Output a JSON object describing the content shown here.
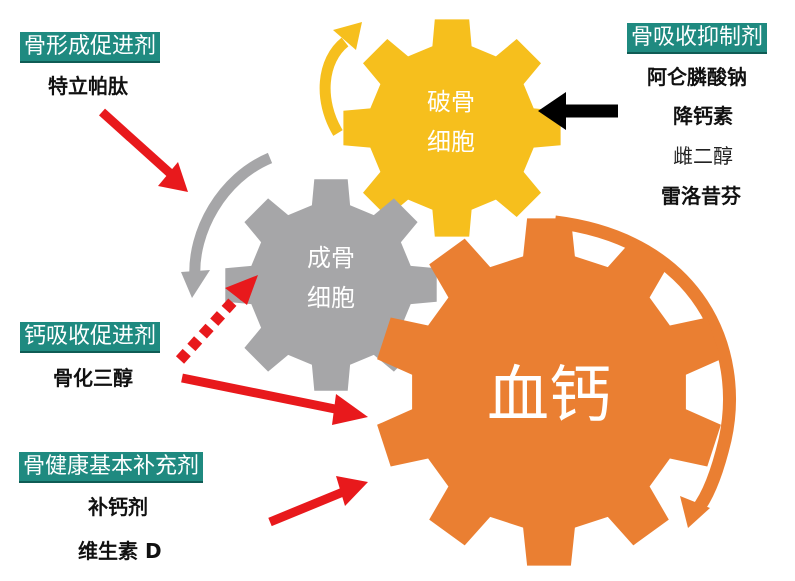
{
  "gears": {
    "osteoclast": {
      "line1": "破骨",
      "line2": "细胞",
      "color": "#f6bf1d"
    },
    "osteoblast": {
      "line1": "成骨",
      "line2": "细胞",
      "color": "#a6a6a8"
    },
    "blood_calcium": {
      "label": "血钙",
      "color": "#ea7f32"
    }
  },
  "groups": {
    "bone_formation": {
      "title": "骨形成促进剂",
      "items": [
        "特立帕肽"
      ]
    },
    "bone_resorption_inhibitor": {
      "title": "骨吸收抑制剂",
      "items": [
        "阿仑膦酸钠",
        "降钙素",
        "雌二醇",
        "雷洛昔芬"
      ]
    },
    "calcium_absorption": {
      "title": "钙吸收促进剂",
      "items": [
        "骨化三醇"
      ]
    },
    "bone_health": {
      "title": "骨健康基本补充剂",
      "items": [
        "补钙剂",
        "维生素 D"
      ]
    }
  },
  "colors": {
    "tag_bg": "#1f8a80",
    "red_arrow": "#e8191c",
    "black_arrow": "#000000",
    "orange_arrow": "#ea7f32",
    "gray_arrow": "#a6a6a8",
    "yellow_arrow": "#f6bf1d"
  }
}
